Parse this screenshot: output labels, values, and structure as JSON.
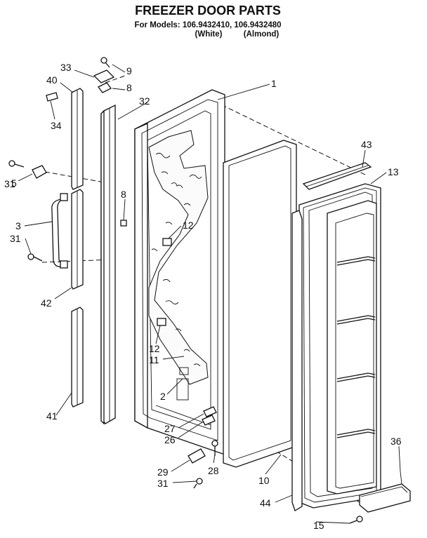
{
  "header": {
    "title": "FREEZER DOOR PARTS",
    "models_line": "For Models: 106.9432410, 106.9432480",
    "color_white": "(White)",
    "color_almond": "(Almond)"
  },
  "callouts": [
    {
      "id": "c1",
      "text": "1"
    },
    {
      "id": "c2",
      "text": "2"
    },
    {
      "id": "c3",
      "text": "3"
    },
    {
      "id": "c5",
      "text": "5"
    },
    {
      "id": "c8a",
      "text": "8"
    },
    {
      "id": "c8b",
      "text": "8"
    },
    {
      "id": "c9",
      "text": "9"
    },
    {
      "id": "c10",
      "text": "10"
    },
    {
      "id": "c11",
      "text": "11"
    },
    {
      "id": "c12a",
      "text": "12"
    },
    {
      "id": "c12b",
      "text": "12"
    },
    {
      "id": "c13",
      "text": "13"
    },
    {
      "id": "c15",
      "text": "15"
    },
    {
      "id": "c26",
      "text": "26"
    },
    {
      "id": "c27",
      "text": "27"
    },
    {
      "id": "c28",
      "text": "28"
    },
    {
      "id": "c29",
      "text": "29"
    },
    {
      "id": "c31a",
      "text": "31"
    },
    {
      "id": "c31b",
      "text": "31"
    },
    {
      "id": "c31c",
      "text": "31"
    },
    {
      "id": "c32",
      "text": "32"
    },
    {
      "id": "c33",
      "text": "33"
    },
    {
      "id": "c34",
      "text": "34"
    },
    {
      "id": "c36",
      "text": "36"
    },
    {
      "id": "c40",
      "text": "40"
    },
    {
      "id": "c41",
      "text": "41"
    },
    {
      "id": "c42",
      "text": "42"
    },
    {
      "id": "c43",
      "text": "43"
    },
    {
      "id": "c44",
      "text": "44"
    }
  ]
}
